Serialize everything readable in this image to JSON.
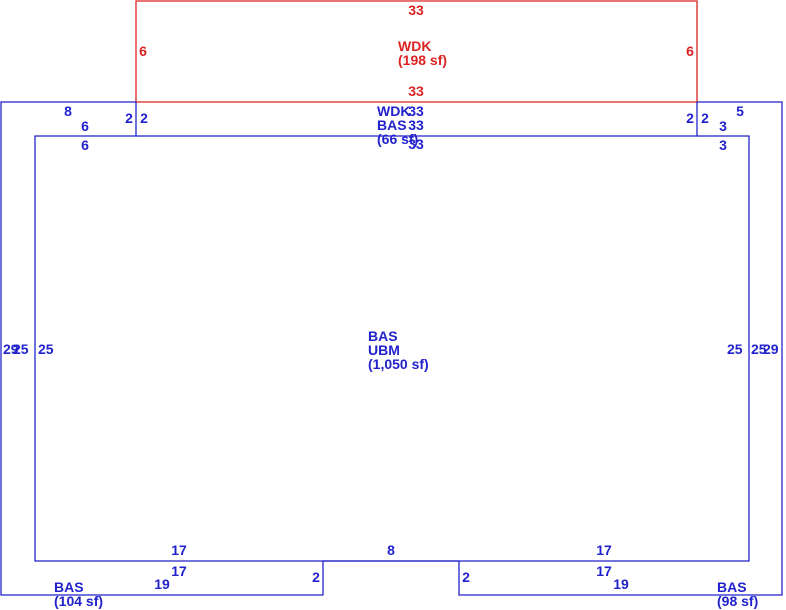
{
  "colors": {
    "base": "#2222cc",
    "deck": "#dd2222",
    "background": "#ffffff"
  },
  "areas": {
    "wdk_top": {
      "code": "WDK",
      "area": "(198 sf)"
    },
    "wdk_mid": {
      "code": "WDK",
      "area": "(66 sf)"
    },
    "bas_mid": {
      "code": "BAS"
    },
    "main": {
      "code1": "BAS",
      "code2": "UBM",
      "area": "(1,050 sf)"
    },
    "bas_left": {
      "code": "BAS",
      "area": "(104 sf)"
    },
    "bas_right": {
      "code": "BAS",
      "area": "(98 sf)"
    }
  },
  "dims": {
    "deck_top": "33",
    "deck_left": "6",
    "deck_right": "6",
    "deck_bottom": "33",
    "mid_a": "33",
    "mid_b": "33",
    "mid_c": "33",
    "left_top_8": "8",
    "left_top_6a": "6",
    "left_top_6b": "6",
    "left_step_2a": "2",
    "left_step_2b": "2",
    "right_step_2a": "2",
    "right_step_2b": "2",
    "right_top_5": "5",
    "right_top_3a": "3",
    "right_top_3b": "3",
    "left_29": "29",
    "left_25a": "25",
    "left_25b": "25",
    "right_25a": "25",
    "right_25b": "25",
    "right_29": "29",
    "bottom_17a": "17",
    "bottom_17b": "17",
    "bottom_8": "8",
    "bottom_17c": "17",
    "bottom_17d": "17",
    "bottom_19a": "19",
    "bottom_19b": "19",
    "bottom_2a": "2",
    "bottom_2b": "2"
  }
}
